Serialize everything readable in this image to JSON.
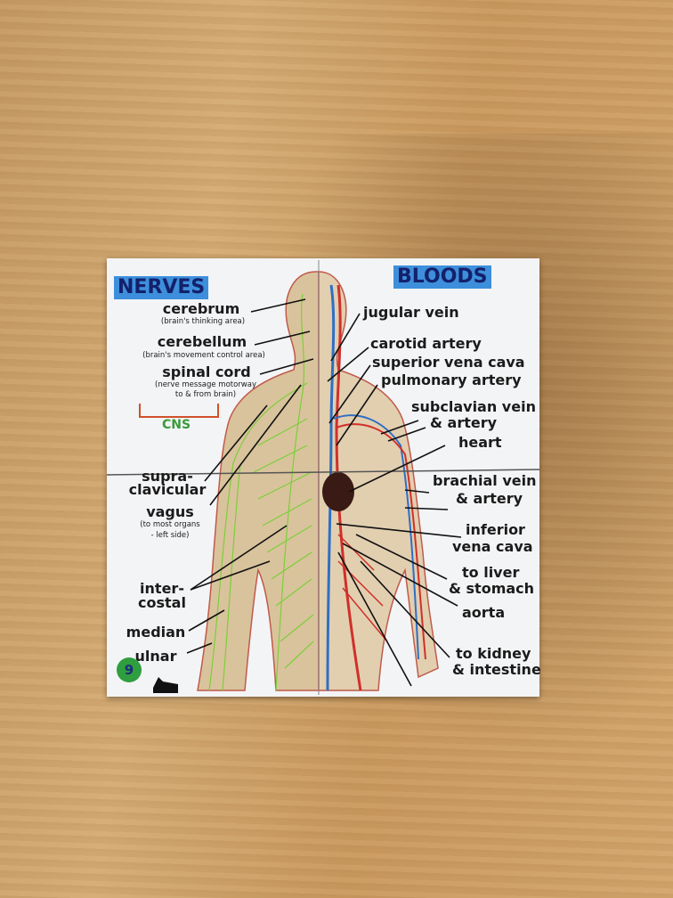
{
  "nerves": {
    "header": "NERVES",
    "labels": {
      "cerebrum": "cerebrum",
      "cerebrum_note": "(brain's thinking area)",
      "cerebellum": "cerebellum",
      "cerebellum_note": "(brain's movement control area)",
      "spinal_cord": "spinal cord",
      "spinal_note_1": "(nerve message motorway",
      "spinal_note_2": "to & from brain)",
      "cns": "CNS",
      "supra_1": "supra-",
      "supra_2": "clavicular",
      "vagus": "vagus",
      "vagus_note_1": "(to most organs",
      "vagus_note_2": "- left side)",
      "inter_1": "inter-",
      "inter_2": "costal",
      "median": "median",
      "ulnar": "ulnar"
    },
    "page_number": "9"
  },
  "bloods": {
    "header": "BLOODS",
    "labels": {
      "jugular": "jugular vein",
      "carotid": "carotid artery",
      "svc": "superior vena cava",
      "pulmonary": "pulmonary artery",
      "subclavian_1": "subclavian vein",
      "subclavian_2": "& artery",
      "heart": "heart",
      "brachial_1": "brachial vein",
      "brachial_2": "& artery",
      "ivc_1": "inferior",
      "ivc_2": "vena cava",
      "liver_1": "to liver",
      "liver_2": "& stomach",
      "aorta": "aorta",
      "kidney_1": "to kidney",
      "kidney_2": "& intestine"
    }
  },
  "colors": {
    "nerve": "#7ccf3a",
    "artery": "#d0302a",
    "vein": "#2f6fc4",
    "header_bg": "#3d8fdc",
    "header_text": "#14206a",
    "cns": "#3a9a3a",
    "badge": "#2e9e3e"
  }
}
